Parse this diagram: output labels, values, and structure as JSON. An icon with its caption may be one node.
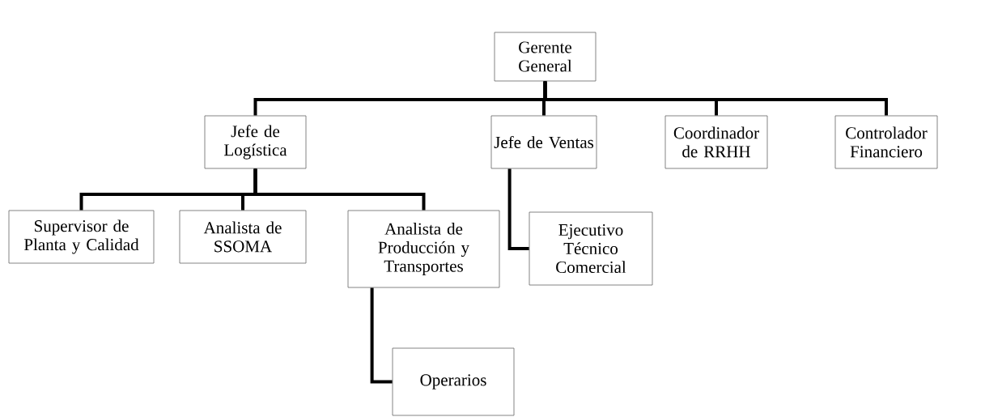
{
  "diagram": {
    "nodes": [
      {
        "text": [
          "Gerente General"
        ]
      },
      {
        "text": [
          "Jefe de Logística"
        ]
      },
      {
        "text": [
          "Jefe de Ventas"
        ]
      },
      {
        "text": [
          "Coordinador de RRHH"
        ]
      },
      {
        "text": [
          "Controlador Financiero"
        ]
      },
      {
        "text": [
          "Supervisor de Planta y Calidad"
        ]
      },
      {
        "text": [
          "Analista de SSOMA"
        ]
      },
      {
        "text": [
          "Analista de Producción y Transportes"
        ]
      },
      {
        "text": [
          "Ejecutivo Técnico Comercial"
        ]
      },
      {
        "text": [
          "Operarios"
        ]
      }
    ],
    "edges": [
      {
        "from": 0,
        "to": 1,
        "arrow": "none"
      },
      {
        "from": 0,
        "to": 2,
        "arrow": "none"
      },
      {
        "from": 0,
        "to": 3,
        "arrow": "none"
      },
      {
        "from": 0,
        "to": 4,
        "arrow": "none"
      },
      {
        "from": 1,
        "to": 5,
        "arrow": "none"
      },
      {
        "from": 1,
        "to": 6,
        "arrow": "none"
      },
      {
        "from": 1,
        "to": 7,
        "arrow": "none"
      },
      {
        "from": 2,
        "to": 8,
        "arrow": "none"
      },
      {
        "from": 7,
        "to": 9,
        "arrow": "none"
      }
    ]
  }
}
